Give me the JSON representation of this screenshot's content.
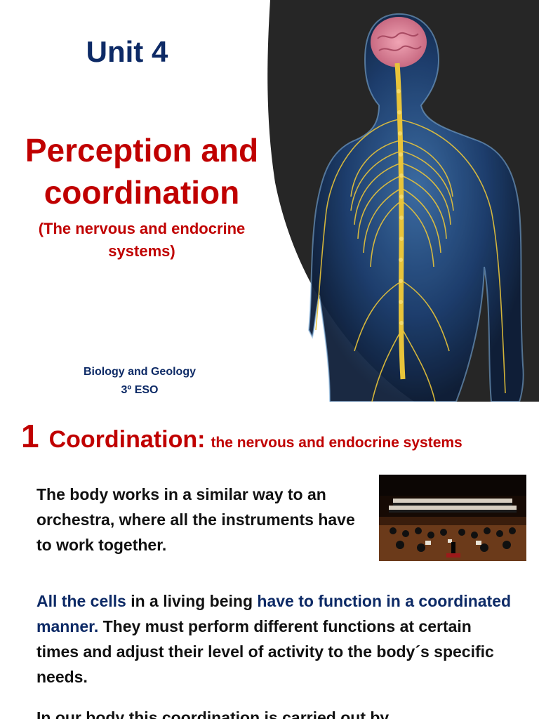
{
  "slide1": {
    "unit": "Unit 4",
    "title_line1": "Perception and",
    "title_line2": "coordination",
    "subtitle_line1": "(The nervous and endocrine",
    "subtitle_line2": "systems)",
    "course_line1": "Biology and Geology",
    "course_line2": "3º ESO",
    "image": "nervous-system-illustration"
  },
  "slide2": {
    "section_number": "1",
    "section_title": "Coordination:",
    "section_rest": "the nervous and endocrine systems",
    "paragraph1": "The body works in a similar way to an orchestra, where all the instruments have to work together.",
    "paragraph2": {
      "part1": "All the cells",
      "part2": " in a living being ",
      "part3": "have to function in a coordinated manner.",
      "part4": " They must perform different functions at certain times and adjust their level of activity to the body´s specific needs."
    },
    "paragraph3_partial": "In our body this coordination is carried out by",
    "image": "orchestra-photo"
  },
  "colors": {
    "title_red": "#c00000",
    "navy": "#0d2a66",
    "panel_dark": "#262626",
    "nerve_yellow": "#e8c43a"
  }
}
